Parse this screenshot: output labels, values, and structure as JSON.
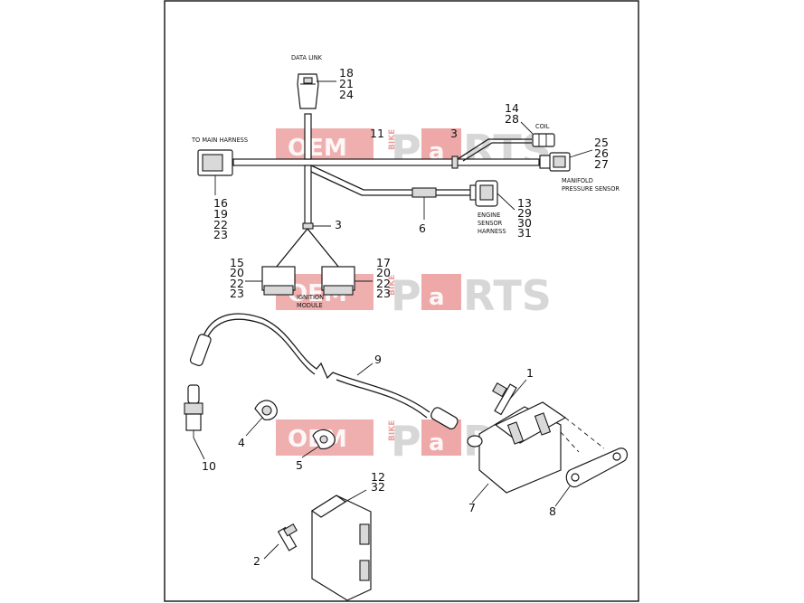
{
  "labels": {
    "data_link": "DATA LINK",
    "to_main_harness": "TO MAIN HARNESS",
    "coil": "COIL",
    "manifold_1": "MANIFOLD",
    "manifold_2": "PRESSURE SENSOR",
    "engine_1": "ENGINE",
    "engine_2": "SENSOR",
    "engine_3": "HARNESS",
    "ignition_1": "IGNITION",
    "ignition_2": "MODULE"
  },
  "callouts": {
    "c18": "18",
    "c21": "21",
    "c24": "24",
    "c11": "11",
    "c3a": "3",
    "c14": "14",
    "c28": "28",
    "c25": "25",
    "c26": "26",
    "c27": "27",
    "c16": "16",
    "c19": "19",
    "c22a": "22",
    "c23a": "23",
    "c3b": "3",
    "c6": "6",
    "c13": "13",
    "c29": "29",
    "c30": "30",
    "c31": "31",
    "c15": "15",
    "c20a": "20",
    "c22b": "22",
    "c23b": "23",
    "c17": "17",
    "c20b": "20",
    "c22c": "22",
    "c23c": "23",
    "c9": "9",
    "c1": "1",
    "c4": "4",
    "c5": "5",
    "c10": "10",
    "c7": "7",
    "c8": "8",
    "c12": "12",
    "c32": "32",
    "c2": "2"
  },
  "watermark": {
    "oem": "OEM",
    "bike": "BIKE",
    "parts_p": "P",
    "parts_a": "a",
    "parts_rest": "RTS"
  }
}
